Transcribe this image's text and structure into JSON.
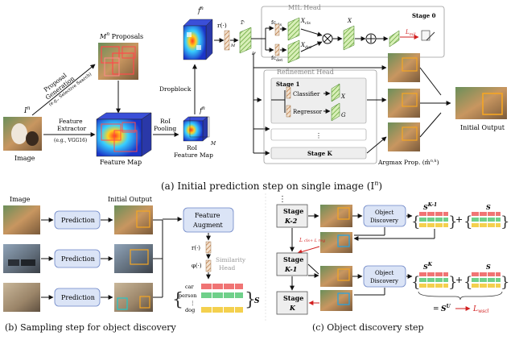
{
  "panel_a": {
    "caption": "(a) Initial prediction step on single image (I",
    "caption_sup": "n",
    "caption_tail": ")",
    "image_label": "Image",
    "image_sym": "I",
    "image_sym_sup": "n",
    "proposal_gen_1": "Proposal",
    "proposal_gen_2": "Generation",
    "proposal_gen_3": "(e.g., Selective Search)",
    "proposals_title": "M",
    "proposals_title_sup": "n",
    "proposals_title_tail": " Proposals",
    "feature_extractor_1": "Feature",
    "feature_extractor_2": "Extractor",
    "feature_extractor_3": "(e.g., VGG16)",
    "feature_map_label": "Feature Map",
    "roi_pooling_1": "RoI",
    "roi_pooling_2": "Pooling",
    "roi_feature_1": "RoI",
    "roi_feature_2": "Feature Map",
    "fn": "f",
    "fn_sup": "n",
    "dropblock": "Dropblock",
    "fhat": "f̂",
    "fhat_sup": "n",
    "r_func": "r(·)",
    "M_n": "M",
    "mil_head": "MIL Head",
    "stage0": "Stage 0",
    "fc_cls": "fc",
    "fc_cls_sub": "cls",
    "fc_det": "fc",
    "fc_det_sub": "det",
    "x_cls": "X",
    "x_cls_sub": "cls",
    "x_det": "X",
    "x_det_sub": "det",
    "x_n": "X",
    "l_mil": "L",
    "l_mil_sub": "mil",
    "refine_head": "Refinement Head",
    "stage1": "Stage 1",
    "classifier": "Classifier",
    "regressor": "Regressor",
    "x_n1": "X",
    "g_n1": "G",
    "ellipsis": "⋮",
    "stageK": "Stage K",
    "argmax": "Argmax Prop. (m̂",
    "argmax_tail": ")",
    "initial_output": "Initial Output"
  },
  "panel_b": {
    "caption": "(b) Sampling step for object discovery",
    "image_label": "Image",
    "initial_output": "Initial Output",
    "prediction": "Prediction",
    "feature_augment_1": "Feature",
    "feature_augment_2": "Augment",
    "r_func": "r(·)",
    "phi_func": "φ(·)",
    "similarity_1": "Similarity",
    "similarity_2": "Head",
    "class_car": "car",
    "class_person": "person",
    "class_dots": "⋮",
    "class_dog": "dog",
    "s_sym": "S"
  },
  "panel_c": {
    "caption": "(c) Object discovery step",
    "vdots": "⋮",
    "stage_label": "Stage",
    "stage_k2": "K-2",
    "stage_k1": "K-1",
    "stage_k": "K",
    "object_discovery_1": "Object",
    "object_discovery_2": "Discovery",
    "s_k1": "S",
    "s_k1_sup": "K-1",
    "s_k": "S",
    "s_k_sup": "K",
    "s_plain": "S",
    "s_u": "S",
    "s_u_sup": "U",
    "l_cls_reg": "L",
    "l_wscl": "L",
    "l_wscl_sub": "wscl"
  }
}
